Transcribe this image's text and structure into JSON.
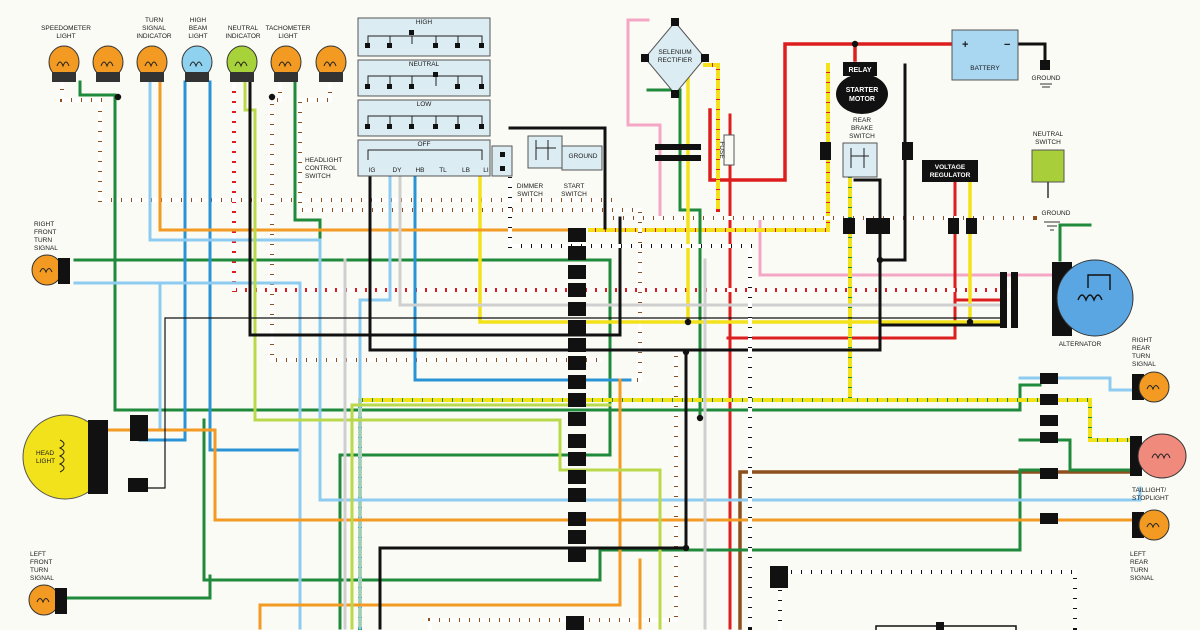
{
  "labels": {
    "speedometer_light": [
      "SPEEDOMETER",
      "LIGHT"
    ],
    "turn_signal_indicator": [
      "TURN",
      "SIGNAL",
      "INDICATOR"
    ],
    "high_beam_light": [
      "HIGH",
      "BEAM",
      "LIGHT"
    ],
    "neutral_indicator": [
      "NEUTRAL",
      "INDICATOR"
    ],
    "tachometer_light": [
      "TACHOMETER",
      "LIGHT"
    ],
    "selenium_rectifier": [
      "SELENIUM",
      "RECTIFIER"
    ],
    "relay": "RELAY",
    "starter_motor": [
      "STARTER",
      "MOTOR"
    ],
    "battery": "BATTERY",
    "ground": "GROUND",
    "rear_brake_switch": [
      "REAR",
      "BRAKE",
      "SWITCH"
    ],
    "voltage_regulator": [
      "VOLTAGE",
      "REGULATOR"
    ],
    "neutral_switch": [
      "NEUTRAL",
      "SWITCH"
    ],
    "fuse": "FUSE",
    "right_front_turn_signal": [
      "RIGHT",
      "FRONT",
      "TURN",
      "SIGNAL"
    ],
    "head_light": [
      "HEAD",
      "LIGHT"
    ],
    "left_front_turn_signal": [
      "LEFT",
      "FRONT",
      "TURN",
      "SIGNAL"
    ],
    "headlight_control_switch": [
      "HEADLIGHT",
      "CONTROL",
      "SWITCH"
    ],
    "dimmer_switch": [
      "DIMMER",
      "SWITCH"
    ],
    "start_switch": [
      "START",
      "SWITCH"
    ],
    "alternator": "ALTERNATOR",
    "right_rear_turn_signal": [
      "RIGHT",
      "REAR",
      "TURN",
      "SIGNAL"
    ],
    "taillight_stoplight": [
      "TAILLIGHT/",
      "STOPLIGHT"
    ],
    "left_rear_turn_signal": [
      "LEFT",
      "REAR",
      "TURN",
      "SIGNAL"
    ]
  },
  "switch_positions": [
    "HIGH",
    "NEUTRAL",
    "LOW",
    "OFF"
  ],
  "switch_terminals": [
    "IG",
    "DY",
    "HB",
    "TL",
    "LB",
    "LI"
  ],
  "battery_terminals": {
    "positive": "+",
    "negative": "−"
  },
  "colors": {
    "background": "#fbfbf6",
    "lamp_orange": "#f29a22",
    "lamp_blue": "#8fd2ef",
    "lamp_green": "#a8d23a",
    "headlight_yellow": "#f2e21b",
    "taillight_pink": "#f08a7d",
    "switch_panel": "#dcecf3",
    "battery": "#a9d6f0",
    "alternator": "#5aa6e2",
    "neutral_switch": "#a8cf3a",
    "wire_red": "#dd1e1e",
    "wire_yellow": "#f3e21a",
    "wire_green": "#1f8a3c",
    "wire_blue": "#2a93d5",
    "wire_lightblue": "#8ecbf0",
    "wire_orange": "#f29a22",
    "wire_black": "#111111",
    "wire_pink": "#f4a6c5",
    "wire_brown": "#8e4f1e",
    "wire_lightgreen": "#b9d94a",
    "wire_gray": "#cfcfcf"
  }
}
